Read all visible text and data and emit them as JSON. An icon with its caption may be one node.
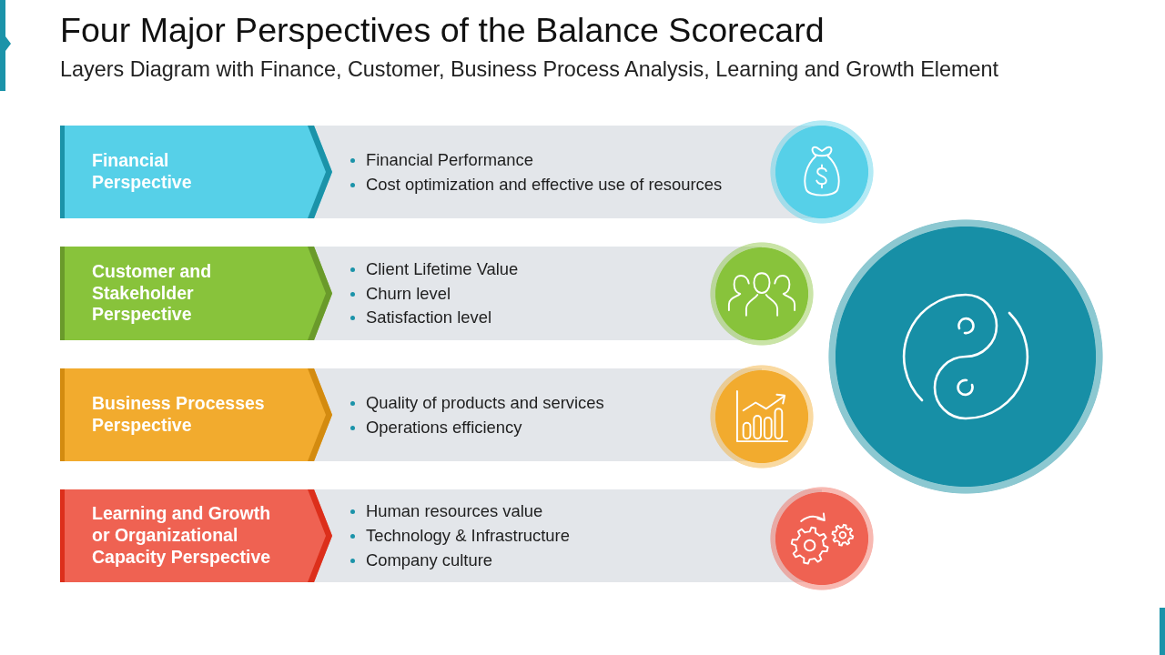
{
  "diagram": {
    "title": "Four Major Perspectives of the Balance Scorecard",
    "nodes": [
      {
        "text": [
          "Financial Perspective"
        ]
      },
      {
        "text": [
          "Financial Performance",
          "Cost optimization and effective use of resources"
        ]
      },
      {
        "text": [],
        "shape": "circle"
      },
      {
        "text": [
          "Customer and Stakeholder Perspective"
        ]
      },
      {
        "text": [
          "Client Lifetime Value",
          "Churn level",
          "Satisfaction level"
        ]
      },
      {
        "text": [],
        "shape": "circle"
      },
      {
        "text": [
          "Business Processes Perspective"
        ]
      },
      {
        "text": [
          "Quality of products and services",
          "Operations efficiency"
        ]
      },
      {
        "text": [],
        "shape": "circle"
      },
      {
        "text": [
          "Learning and Growth or Organizational Capacity Perspective"
        ]
      },
      {
        "text": [
          "Human resources value",
          "Technology & Infrastructure",
          "Company culture"
        ]
      },
      {
        "text": [],
        "shape": "circle"
      },
      {
        "text": [],
        "shape": "circle"
      }
    ],
    "labels": [
      "Layers Diagram with Finance, Customer, Business Process Analysis, Learning and Growth Element"
    ]
  }
}
